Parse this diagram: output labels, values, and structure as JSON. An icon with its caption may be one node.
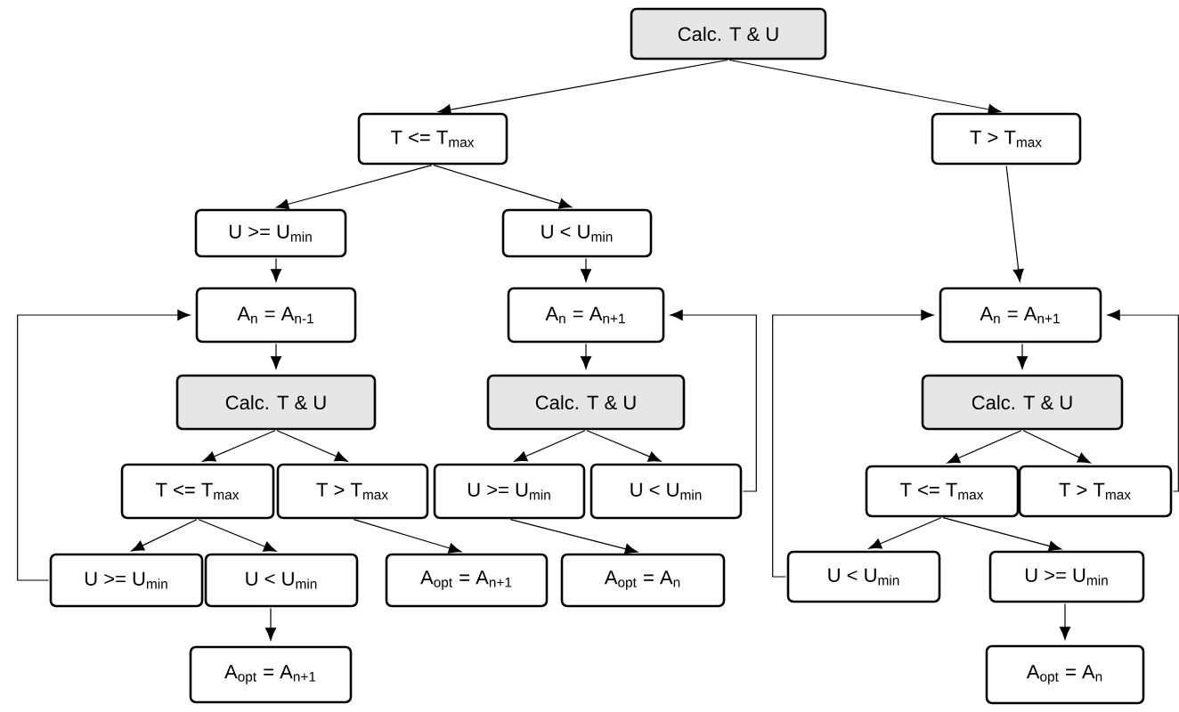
{
  "diagram": {
    "nodes": [
      {
        "text": [
          "Calc. T & U"
        ]
      },
      {
        "text": [
          "T <= T$_{max}$"
        ]
      },
      {
        "text": [
          "T > T$_{max}$"
        ]
      },
      {
        "text": [
          "U >= U$_{min}$"
        ]
      },
      {
        "text": [
          "U < U$_{min}$"
        ]
      },
      {
        "text": [
          "A$_{n}$ = A$_{n-1}$"
        ]
      },
      {
        "text": [
          "A$_{n}$ = A$_{n+1}$"
        ]
      },
      {
        "text": [
          "Calc. T & U"
        ]
      },
      {
        "text": [
          "Calc. T & U"
        ]
      },
      {
        "text": [
          "T <= T$_{max}$"
        ]
      },
      {
        "text": [
          "T > T$_{max}$"
        ]
      },
      {
        "text": [
          "U >= U$_{min}$"
        ]
      },
      {
        "text": [
          "U < U$_{min}$"
        ]
      },
      {
        "text": [
          "U >= U$_{min}$"
        ]
      },
      {
        "text": [
          "U < U$_{min}$"
        ]
      },
      {
        "text": [
          "A$_{opt}$ = A$_{n+1}$"
        ]
      },
      {
        "text": [
          "A$_{opt}$ = A$_{n}$"
        ]
      },
      {
        "text": [
          "A$_{opt}$ = A$_{n+1}$"
        ]
      },
      {
        "text": [
          "A$_{n}$ = A$_{n+1}$"
        ]
      },
      {
        "text": [
          "Calc. T & U"
        ]
      },
      {
        "text": [
          "T <= T$_{max}$"
        ]
      },
      {
        "text": [
          "T > T$_{max}$"
        ]
      },
      {
        "text": [
          "U < U$_{min}$"
        ]
      },
      {
        "text": [
          "U >= U$_{min}$"
        ]
      },
      {
        "text": [
          "A$_{opt}$ = A$_{n}$"
        ]
      }
    ],
    "edges": [
      {
        "from": 0,
        "to": 1,
        "arrow": "to"
      },
      {
        "from": 0,
        "to": 2,
        "arrow": "to"
      },
      {
        "from": 1,
        "to": 3,
        "arrow": "to"
      },
      {
        "from": 1,
        "to": 4,
        "arrow": "to"
      },
      {
        "from": 3,
        "to": 5,
        "arrow": "to"
      },
      {
        "from": 4,
        "to": 6,
        "arrow": "to"
      },
      {
        "from": 2,
        "to": 18,
        "arrow": "to"
      },
      {
        "from": 5,
        "to": 7,
        "arrow": "to"
      },
      {
        "from": 6,
        "to": 8,
        "arrow": "to"
      },
      {
        "from": 7,
        "to": 9,
        "arrow": "to"
      },
      {
        "from": 7,
        "to": 10,
        "arrow": "to"
      },
      {
        "from": 8,
        "to": 11,
        "arrow": "to"
      },
      {
        "from": 8,
        "to": 12,
        "arrow": "to"
      },
      {
        "from": 9,
        "to": 13,
        "arrow": "to"
      },
      {
        "from": 9,
        "to": 14,
        "arrow": "to"
      },
      {
        "from": 10,
        "to": 15,
        "arrow": "to"
      },
      {
        "from": 11,
        "to": 16,
        "arrow": "to"
      },
      {
        "from": 14,
        "to": 17,
        "arrow": "to"
      },
      {
        "from": 13,
        "to": 5,
        "arrow": "to"
      },
      {
        "from": 12,
        "to": 6,
        "arrow": "to"
      },
      {
        "from": 18,
        "to": 19,
        "arrow": "to"
      },
      {
        "from": 19,
        "to": 20,
        "arrow": "to"
      },
      {
        "from": 19,
        "to": 21,
        "arrow": "to"
      },
      {
        "from": 20,
        "to": 22,
        "arrow": "to"
      },
      {
        "from": 20,
        "to": 23,
        "arrow": "to"
      },
      {
        "from": 23,
        "to": 24,
        "arrow": "to"
      },
      {
        "from": 22,
        "to": 18,
        "arrow": "to"
      },
      {
        "from": 21,
        "to": 18,
        "arrow": "to"
      }
    ]
  }
}
